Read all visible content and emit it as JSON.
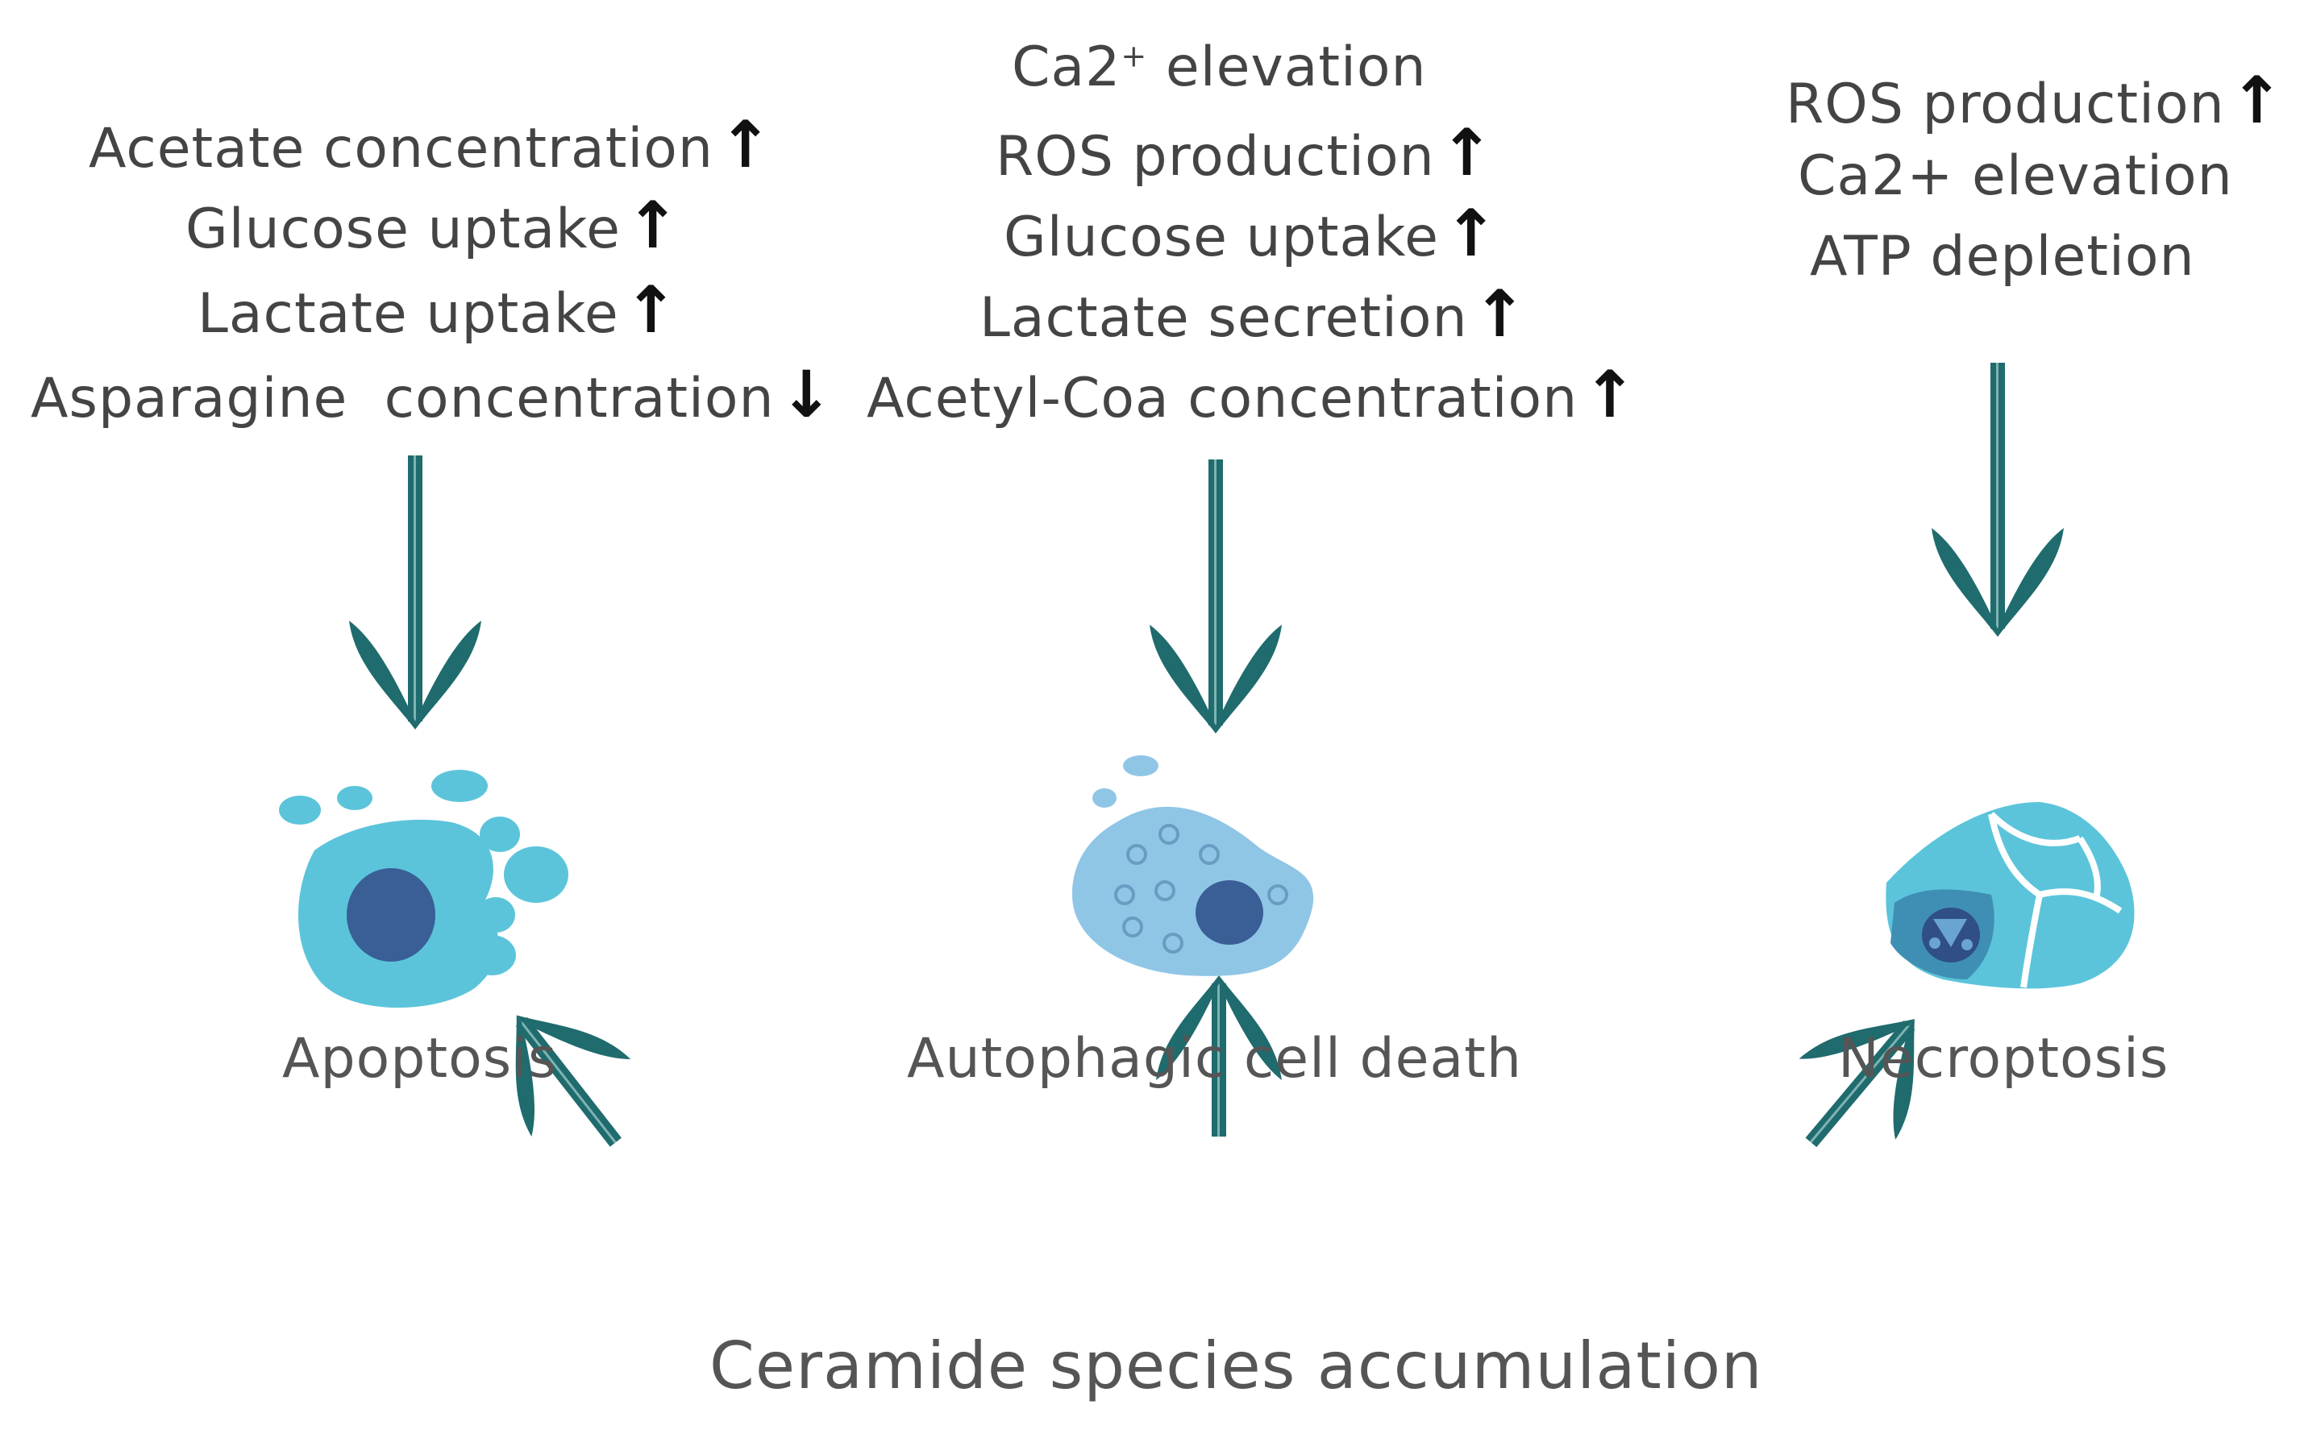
{
  "left_factors": {
    "line1": "Acetate concentration",
    "line1_arrow": "↑",
    "line2": "Glucose uptake",
    "line2_arrow": "↑",
    "line3": "Lactate uptake",
    "line3_arrow": "↑",
    "line4": "Asparagine  concentration",
    "line4_arrow": "↓"
  },
  "middle_factors": {
    "line1_prefix": "Ca2",
    "line1_sup": "+",
    "line1_suffix": " elevation",
    "line2": "ROS production",
    "line2_arrow": "↑",
    "line3": "Glucose uptake",
    "line3_arrow": "↑",
    "line4": "Lactate secretion",
    "line4_arrow": "↑",
    "line5": "Acetyl-Coa concentration",
    "line5_arrow": "↑"
  },
  "right_factors": {
    "line1": "ROS production",
    "line1_arrow": "↑",
    "line2": "Ca2+ elevation",
    "line3": "ATP depletion"
  },
  "outcomes": {
    "apoptosis": "Apoptosis",
    "autophagic": "Autophagic cell death",
    "necroptosis": "Necroptosis"
  },
  "source_label": "Ceramide species accumulation",
  "colors": {
    "arrow": "#1f6b6e",
    "cell_light": "#5bc4da",
    "cell_pale": "#8fc6e6",
    "nucleus": "#3a5e96"
  }
}
